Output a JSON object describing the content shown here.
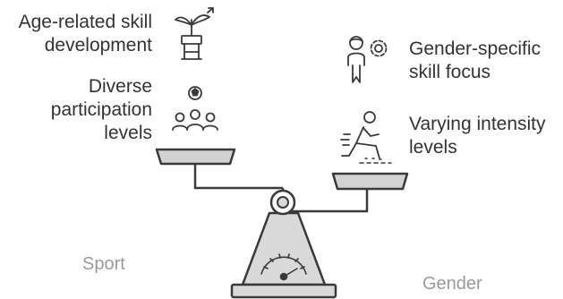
{
  "labels": {
    "age": "Age-related skill\ndevelopment",
    "diverse": "Diverse\nparticipation\nlevels",
    "gender_focus": "Gender-specific\nskill focus",
    "intensity": "Varying intensity\nlevels"
  },
  "categories": {
    "left": "Sport",
    "right": "Gender"
  },
  "icons": {
    "age": "plant-growth-icon",
    "diverse": "group-with-ball-icon",
    "gender_focus": "person-with-gear-icon",
    "intensity": "sprinting-person-icon"
  },
  "colors": {
    "stroke": "#3a3a3a",
    "pan_fill": "#d2d2d2",
    "stand_fill": "#d9d9d9",
    "text": "#333333",
    "category_text": "#9a9a9a"
  }
}
